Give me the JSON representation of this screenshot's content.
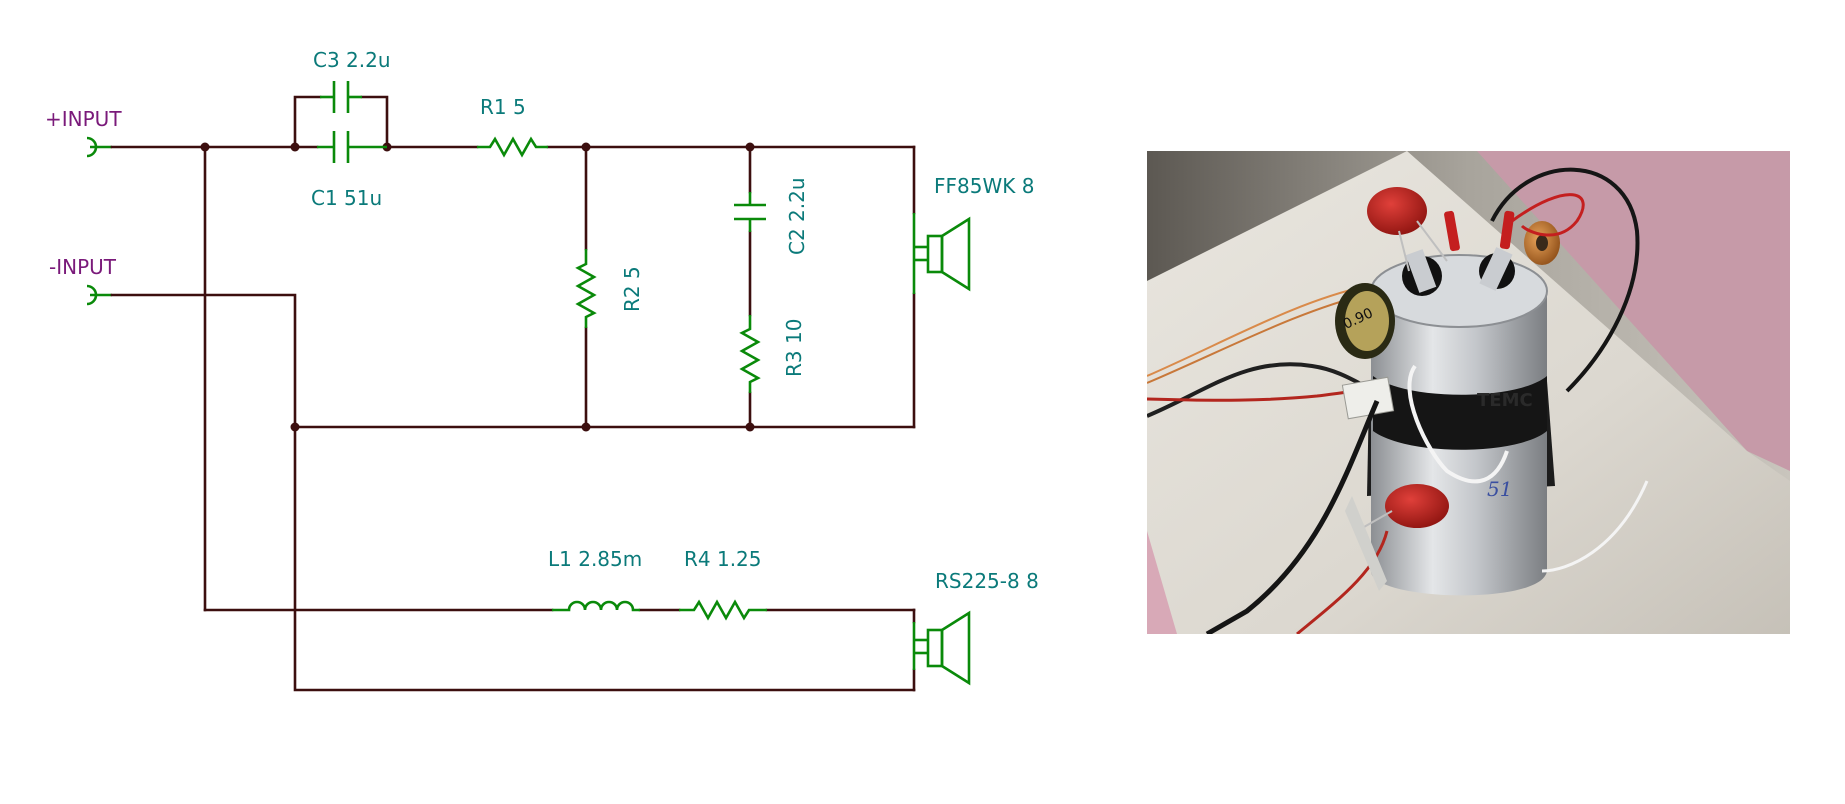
{
  "ports": {
    "pos": "+INPUT",
    "neg": "-INPUT"
  },
  "components": {
    "c3": "C3 2.2u",
    "c1": "C1 51u",
    "r1": "R1 5",
    "r2": "R2 5",
    "c2": "C2 2.2u",
    "r3": "R3 10",
    "l1": "L1 2.85m",
    "r4": "R4 1.25",
    "spk_top": "FF85WK 8",
    "spk_bottom": "RS225-8 8"
  },
  "photo": {
    "tape_text": "51",
    "can_brand": "TEMC",
    "coil_text": "0.90"
  },
  "colors": {
    "wire": "#3c0f0f",
    "component": "#0a8a0a",
    "label": "#0b7a7a",
    "port_label": "#7a1a7a"
  }
}
